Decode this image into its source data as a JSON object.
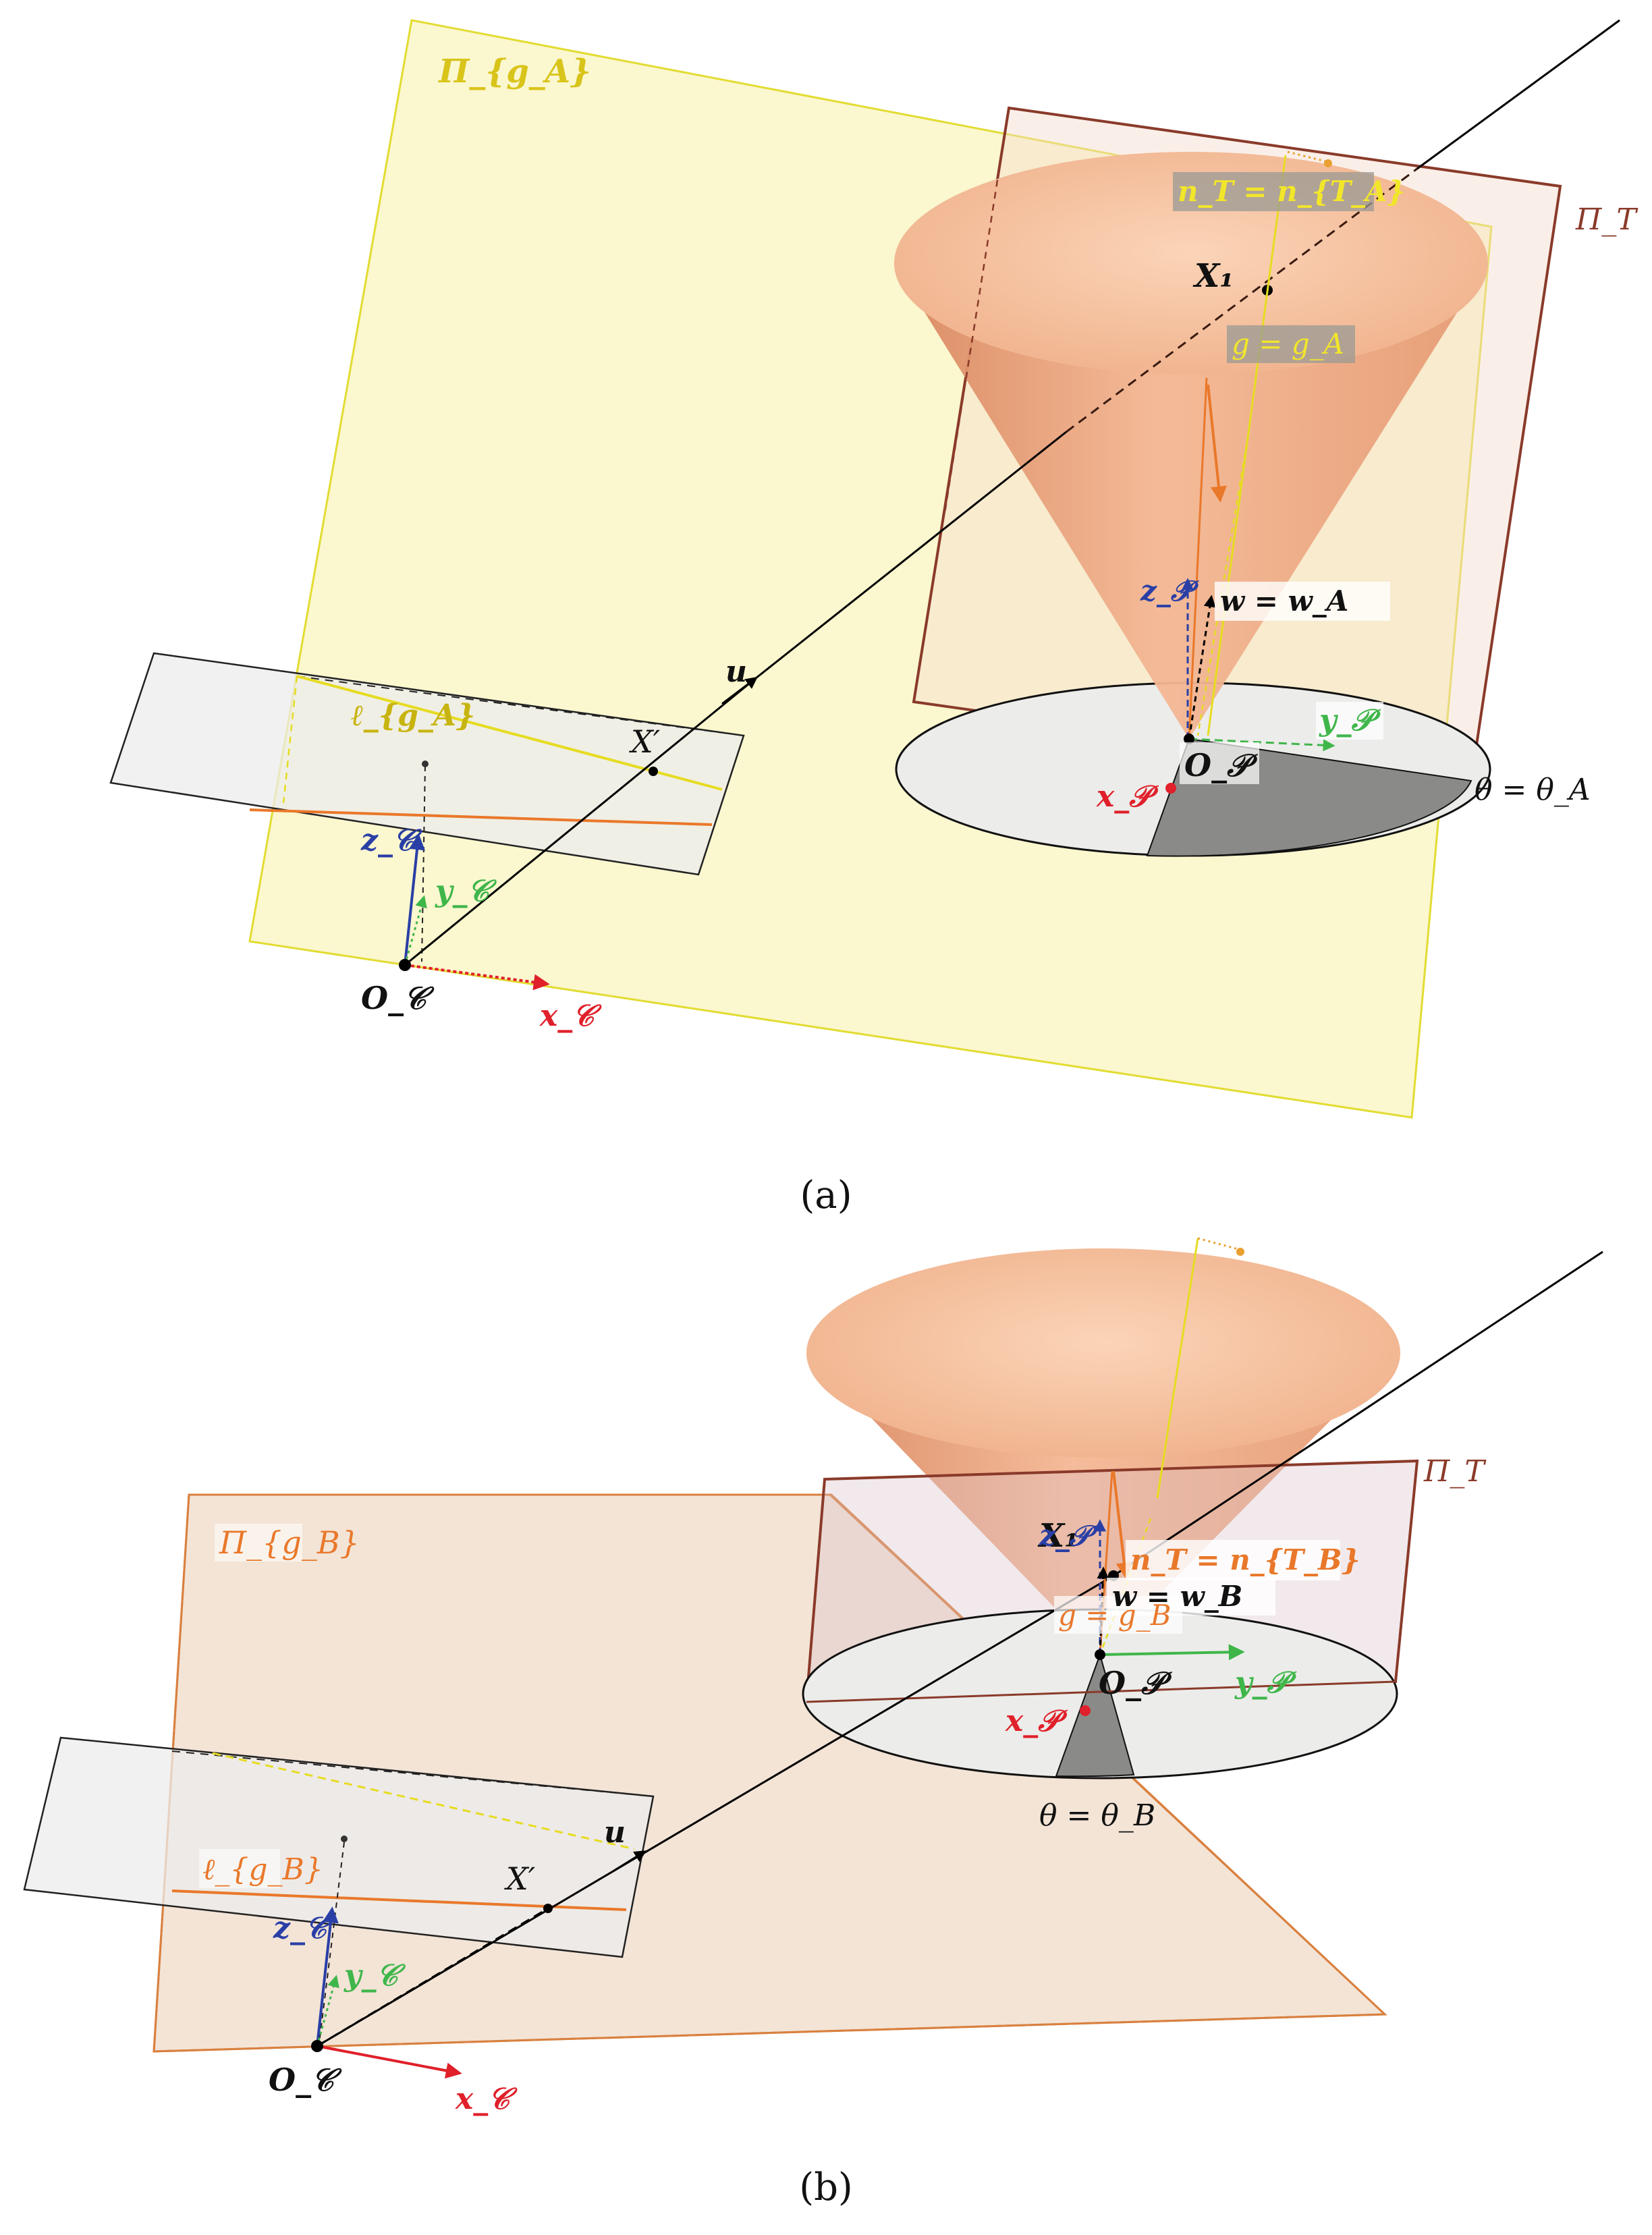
{
  "colors": {
    "yellow_plane_fill": "#fbf7cf",
    "yellow_plane_stroke": "#e2dc33",
    "orange_plane_fill": "#f3e4d6",
    "orange_plane_stroke": "#d9803f",
    "frame_stroke": "#8a3a2a",
    "cone_fill": "#f1b08c",
    "cone_top": "#f6c4a2",
    "disk_fill": "#ececea",
    "sector_fill": "#8a8a88",
    "ray": "#000000",
    "x_axis": "#e0202a",
    "y_axis": "#3fb64a",
    "z_axis": "#2a3fa6",
    "orange_line": "#e9782a",
    "yellow_line": "#e6dc22"
  },
  "panel_a": {
    "caption": "(a)",
    "plane_label": "Π_{g_A}",
    "frame_label": "Π_T",
    "normal_label": "n_T = n_{T_A}",
    "g_label": "g = g_A",
    "w_label": "w = w_A",
    "x1_label": "X₁",
    "xprime_label": "X′",
    "u_label": "u",
    "ell_label": "ℓ_{g_A}",
    "theta_label": "θ = θ_A",
    "op_label": "O_𝒫",
    "xp_label": "x_𝒫",
    "yp_label": "y_𝒫",
    "zp_label": "z_𝒫",
    "oc_label": "O_𝒞",
    "xc_label": "x_𝒞",
    "yc_label": "y_𝒞",
    "zc_label": "z_𝒞"
  },
  "panel_b": {
    "caption": "(b)",
    "plane_label": "Π_{g_B}",
    "frame_label": "Π_T",
    "normal_label": "n_T = n_{T_B}",
    "g_label": "g = g_B",
    "w_label": "w = w_B",
    "x1_label": "X₁",
    "xprime_label": "X′",
    "u_label": "u",
    "ell_label": "ℓ_{g_B}",
    "theta_label": "θ = θ_B",
    "op_label": "O_𝒫",
    "xp_label": "x_𝒫",
    "yp_label": "y_𝒫",
    "zp_label": "z_𝒫",
    "oc_label": "O_𝒞",
    "xc_label": "x_𝒞",
    "yc_label": "y_𝒞",
    "zc_label": "z_𝒞"
  }
}
